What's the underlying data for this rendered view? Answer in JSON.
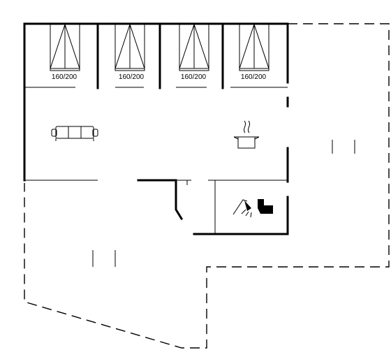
{
  "beds": [
    {
      "label": "160/200"
    },
    {
      "label": "160/200"
    },
    {
      "label": "160/200"
    },
    {
      "label": "160/200"
    }
  ],
  "icons": {
    "sofa": "sofa-icon",
    "kitchen": "cooking-pot-icon",
    "shower": "shower-icon",
    "toilet": "toilet-icon"
  }
}
